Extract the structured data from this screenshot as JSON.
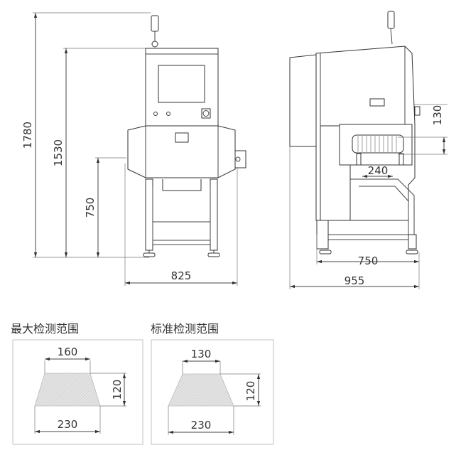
{
  "front_view": {
    "dims": {
      "overall_height": "1780",
      "body_height": "1530",
      "conveyor_height": "750",
      "width": "825"
    }
  },
  "side_view": {
    "dims": {
      "tunnel_height": "130",
      "tunnel_width": "240",
      "base_depth": "750",
      "overall_depth": "955"
    }
  },
  "max_range": {
    "title": "最大检测范围",
    "top_width": "160",
    "height": "120",
    "bottom_width": "230"
  },
  "standard_range": {
    "title": "标准检测范围",
    "top_width": "130",
    "height": "120",
    "bottom_width": "230"
  }
}
